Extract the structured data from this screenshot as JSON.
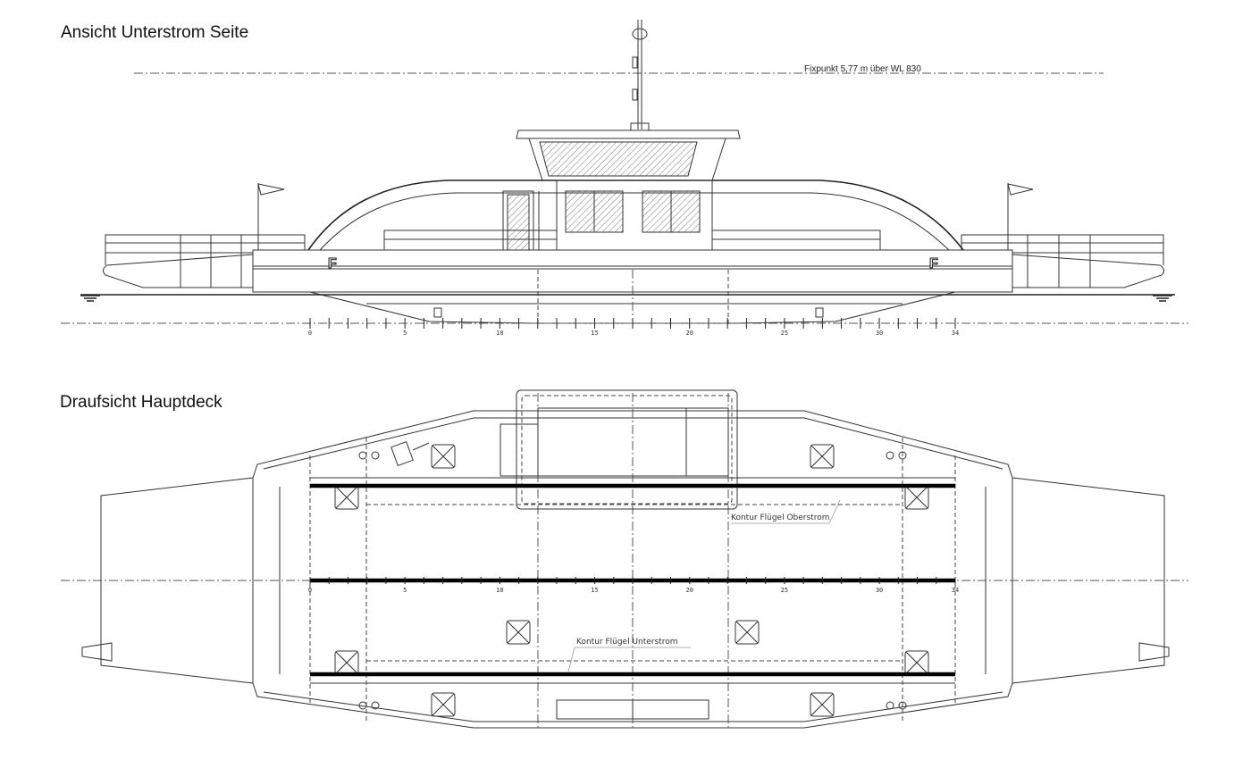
{
  "side_view": {
    "title": "Ansicht Unterstrom Seite",
    "fixpoint_note": "Fixpunkt 5,77 m über WL 830",
    "hull_marking": "F"
  },
  "top_view": {
    "title": "Draufsicht Hauptdeck",
    "label_upstream": "Kontur Flügel Oberstrom",
    "label_downstream": "Kontur Flügel Unterstrom"
  },
  "scale": {
    "min": 0,
    "max": 34,
    "labels": [
      "0",
      "5",
      "10",
      "15",
      "20",
      "25",
      "30",
      "34"
    ]
  }
}
